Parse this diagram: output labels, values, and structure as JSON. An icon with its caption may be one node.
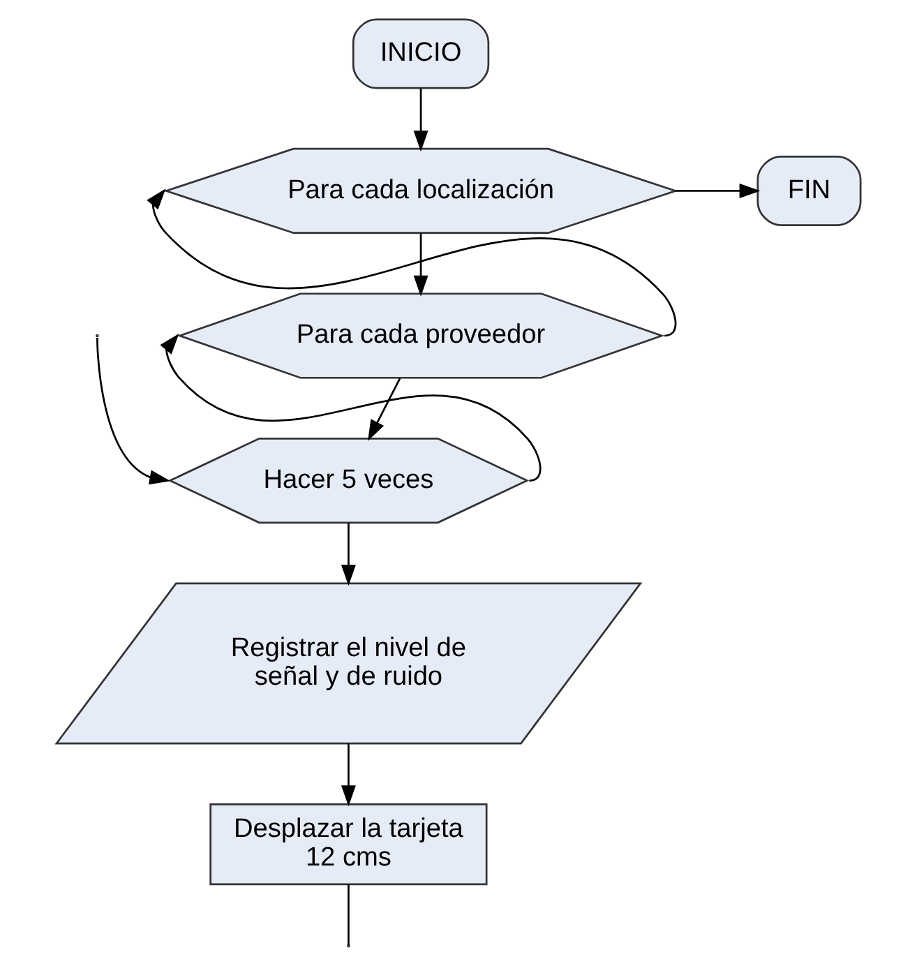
{
  "diagram": {
    "nodes": [
      {
        "text": [
          "INICIO"
        ]
      },
      {
        "text": [
          "Para cada localización"
        ]
      },
      {
        "text": [
          "FIN"
        ]
      },
      {
        "text": [
          "Para cada proveedor"
        ]
      },
      {
        "text": [
          "Hacer 5 veces"
        ]
      },
      {
        "text": [
          "Registrar el nivel de señal y de ruido"
        ]
      },
      {
        "text": [
          "Desplazar la tarjeta 12 cms"
        ]
      }
    ],
    "edges": [
      {
        "from": 0,
        "to": 1,
        "arrow": "to"
      },
      {
        "from": 1,
        "to": 2,
        "arrow": "to"
      },
      {
        "from": 1,
        "to": 3,
        "arrow": "to"
      },
      {
        "from": 3,
        "to": 1,
        "arrow": "to"
      },
      {
        "from": 3,
        "to": 4,
        "arrow": "to"
      },
      {
        "from": 4,
        "to": 3,
        "arrow": "to"
      },
      {
        "from": 4,
        "to": 5,
        "arrow": "to"
      },
      {
        "from": 5,
        "to": 6,
        "arrow": "to"
      },
      {
        "from": 6,
        "to": null,
        "arrow": "none"
      },
      {
        "from": null,
        "to": 4,
        "arrow": "to"
      }
    ]
  }
}
